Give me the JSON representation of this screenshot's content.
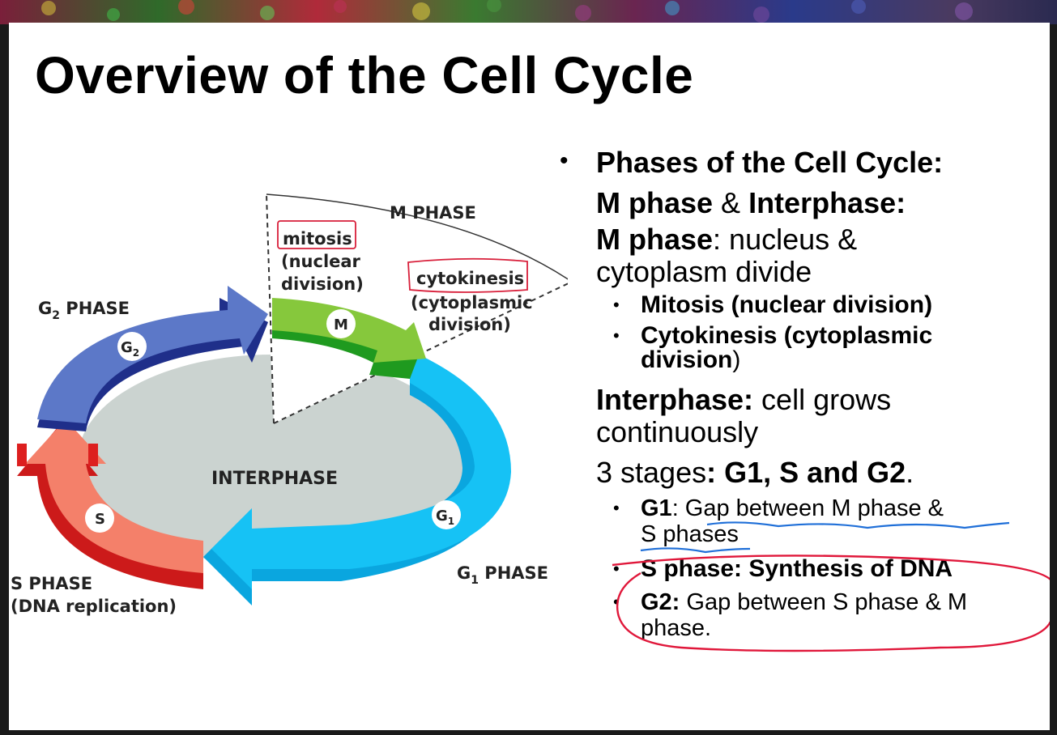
{
  "title": "Overview of the Cell Cycle",
  "diagram": {
    "m_phase": "M PHASE",
    "mitosis": "mitosis",
    "nuclear": "(nuclear",
    "division": "division)",
    "cytokinesis": "cytokinesis",
    "cytoplasmic": "(cytoplasmic",
    "division2": "division)",
    "g2_phase": "G",
    "g2_sub": "2",
    "g2_phase_word": " PHASE",
    "g2_badge": "G",
    "g2_badge_sub": "2",
    "m_badge": "M",
    "interphase": "INTERPHASE",
    "s_badge": "S",
    "g1_badge": "G",
    "g1_badge_sub": "1",
    "s_phase": "S PHASE",
    "dna_replication": "(DNA replication)",
    "g1_phase": "G",
    "g1_sub": "1",
    "g1_phase_word": " PHASE"
  },
  "bullets": {
    "phases_heading": "Phases of the Cell Cycle:",
    "m_phase_bold": "M phase",
    "amp": " & ",
    "interphase_bold": "Interphase:",
    "m_phase_bold2": "M phase",
    "m_phase_desc": ":  nucleus &",
    "m_phase_desc2": "cytoplasm divide",
    "mitosis_item": "Mitosis (nuclear division)",
    "cyto_item_bold": "Cytokinesis (cytoplasmic",
    "cyto_item_bold2": "division",
    "cyto_item_end": ")",
    "interphase_bold2": "Interphase:",
    "interphase_desc": " cell grows",
    "interphase_desc2": "continuously",
    "stages_pre": "3 stages",
    "stages_bold": ":  G1, S and G2",
    "stages_end": ".",
    "g1_bold": "G1",
    "g1_desc": ":  Gap between M phase &",
    "g1_desc2": "S phases",
    "s_item": "S phase: Synthesis of DNA",
    "g2_bold": "G2:",
    "g2_desc": " Gap between S phase & M",
    "g2_desc2": "phase."
  }
}
